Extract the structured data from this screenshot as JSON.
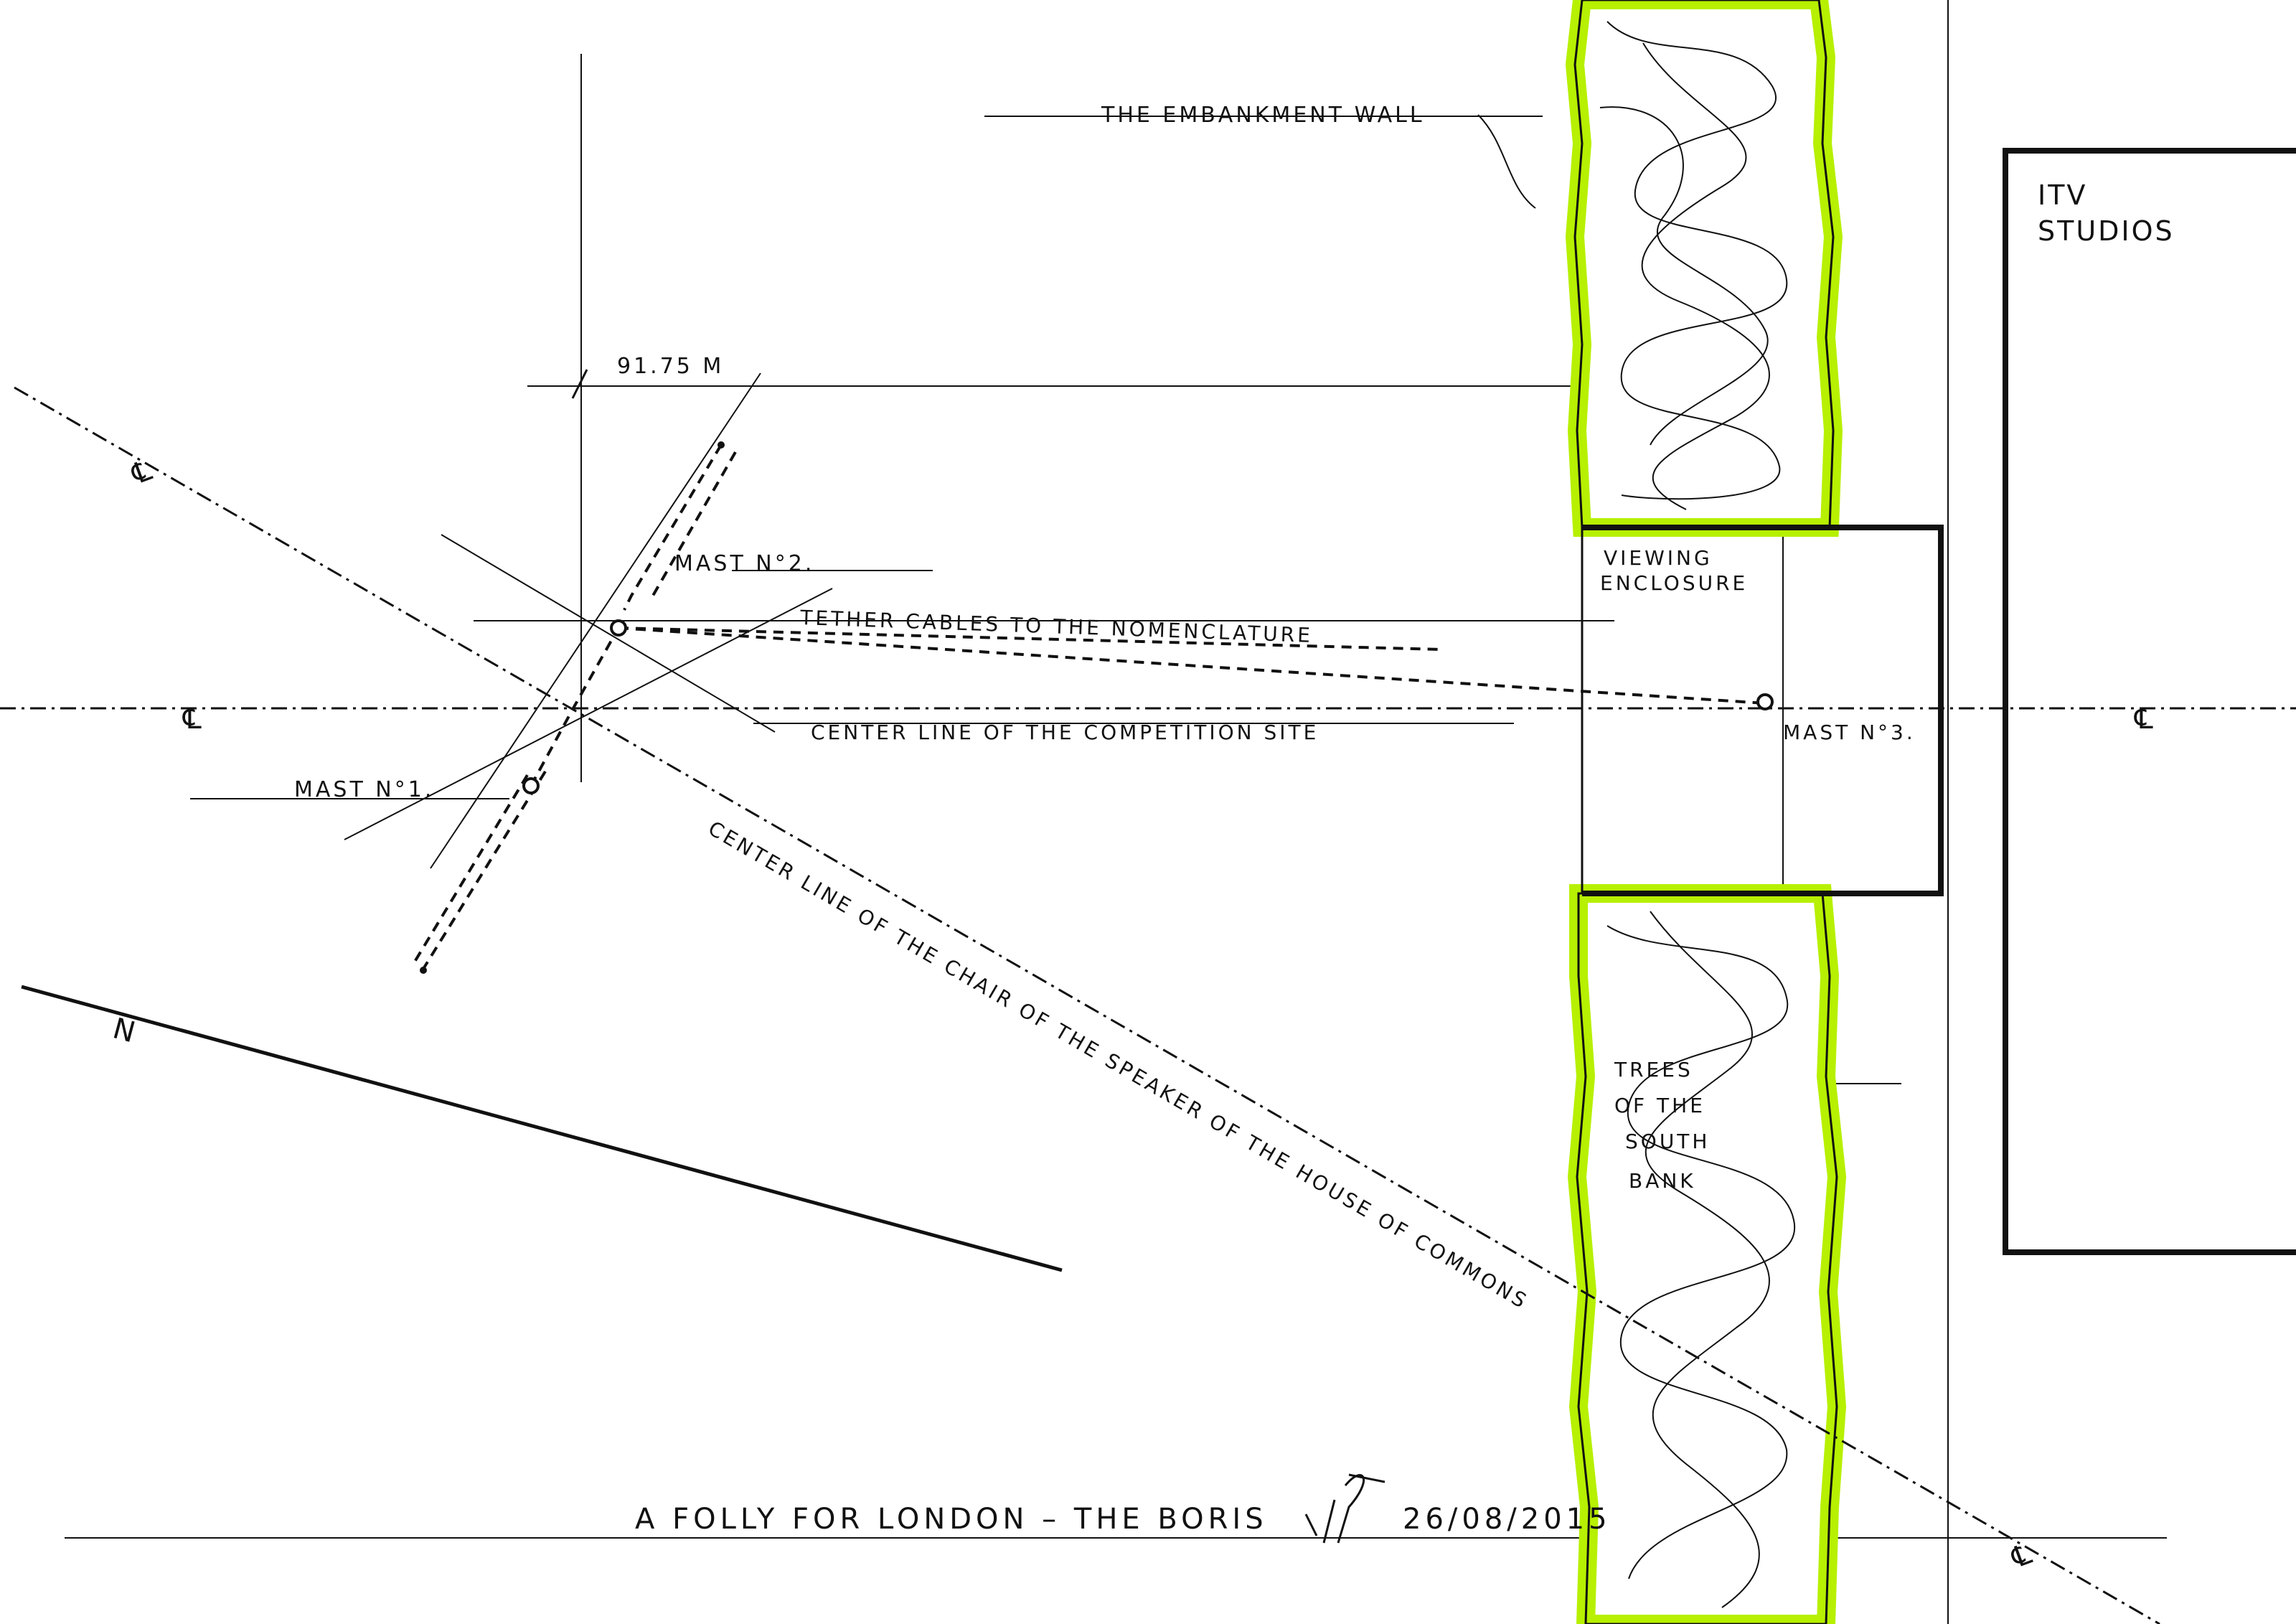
{
  "labels": {
    "embankment_wall": "THE EMBANKMENT WALL",
    "itv_line1": "ITV",
    "itv_line2": "STUDIOS",
    "dimension": "91.75 M",
    "mast_2": "MAST N°2.",
    "tether": "TETHER CABLES TO THE NOMENCLATURE",
    "viewing_line1": "VIEWING",
    "viewing_line2": "ENCLOSURE",
    "centre_site": "CENTER LINE OF THE COMPETITION SITE",
    "mast_3": "MAST N°3.",
    "mast_1": "MAST N°1.",
    "speaker_axis": "CENTER LINE OF THE CHAIR OF THE SPEAKER OF THE HOUSE OF COMMONS",
    "trees_line1": "TREES",
    "trees_line2": "OF THE",
    "trees_line3": "SOUTH",
    "trees_line4": "BANK"
  },
  "symbols": {
    "centreline_left": "℄",
    "centreline_right": "℄",
    "axis_top": "℄",
    "axis_bottom": "℄",
    "north": "N"
  },
  "title_block": {
    "title": "A FOLLY FOR LONDON – THE BORIS",
    "date": "26/08/2015"
  },
  "colors": {
    "ink": "#111111",
    "tree_highlight": "#b7f000"
  }
}
